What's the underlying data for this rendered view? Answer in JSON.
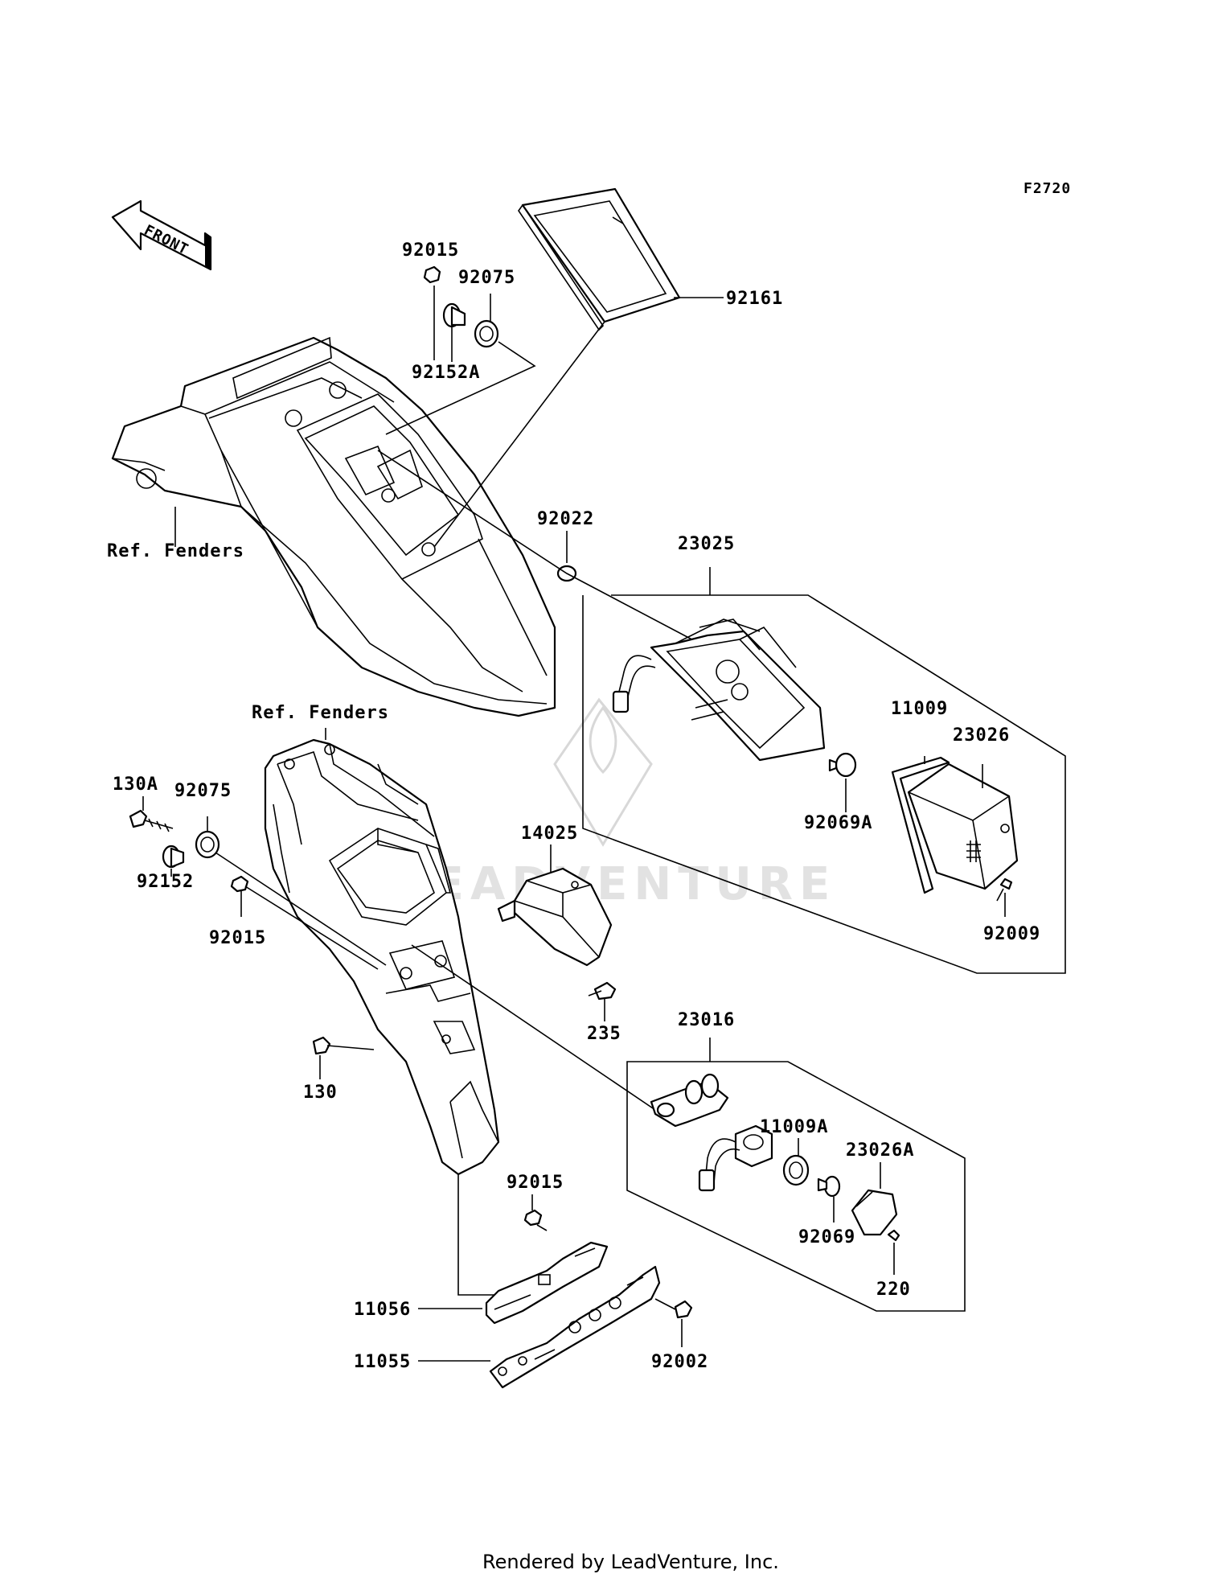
{
  "diagram": {
    "figure_code": "F2720",
    "front_label": "FRONT",
    "watermark": "LEADVENTURE",
    "footer": "Rendered by LeadVenture, Inc.",
    "ref_labels": {
      "upper": "Ref. Fenders",
      "lower": "Ref. Fenders"
    },
    "callouts": [
      {
        "id": "92015_top",
        "text": "92015"
      },
      {
        "id": "92075_top",
        "text": "92075"
      },
      {
        "id": "92152A",
        "text": "92152A"
      },
      {
        "id": "92161",
        "text": "92161"
      },
      {
        "id": "92022",
        "text": "92022"
      },
      {
        "id": "23025",
        "text": "23025"
      },
      {
        "id": "11009",
        "text": "11009"
      },
      {
        "id": "23026",
        "text": "23026"
      },
      {
        "id": "92069A",
        "text": "92069A"
      },
      {
        "id": "92009",
        "text": "92009"
      },
      {
        "id": "130A",
        "text": "130A"
      },
      {
        "id": "92075_mid",
        "text": "92075"
      },
      {
        "id": "92152",
        "text": "92152"
      },
      {
        "id": "92015_mid",
        "text": "92015"
      },
      {
        "id": "14025",
        "text": "14025"
      },
      {
        "id": "235",
        "text": "235"
      },
      {
        "id": "23016",
        "text": "23016"
      },
      {
        "id": "11009A",
        "text": "11009A"
      },
      {
        "id": "23026A",
        "text": "23026A"
      },
      {
        "id": "92069",
        "text": "92069"
      },
      {
        "id": "220",
        "text": "220"
      },
      {
        "id": "130",
        "text": "130"
      },
      {
        "id": "92015_bot",
        "text": "92015"
      },
      {
        "id": "11056",
        "text": "11056"
      },
      {
        "id": "11055",
        "text": "11055"
      },
      {
        "id": "92002",
        "text": "92002"
      }
    ]
  }
}
